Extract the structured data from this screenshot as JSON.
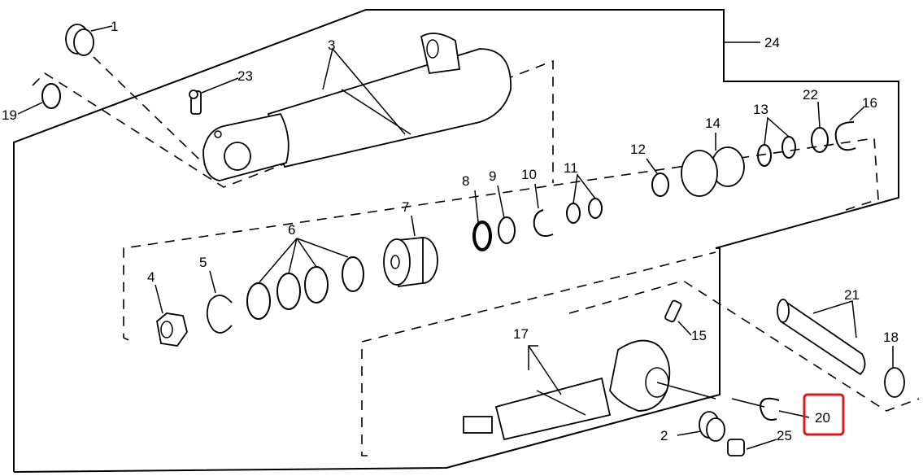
{
  "diagram": {
    "title_hidden": null,
    "highlight_color": "#e0141e",
    "callouts": {
      "c1": "1",
      "c2": "2",
      "c3": "3",
      "c4": "4",
      "c5": "5",
      "c6": "6",
      "c7": "7",
      "c8": "8",
      "c9": "9",
      "c10": "10",
      "c11": "11",
      "c12": "12",
      "c13": "13",
      "c14": "14",
      "c15": "15",
      "c16": "16",
      "c17": "17",
      "c18": "18",
      "c19": "19",
      "c20": "20",
      "c21": "21",
      "c22": "22",
      "c23": "23",
      "c24": "24",
      "c25": "25"
    },
    "highlighted_callout": "20"
  }
}
